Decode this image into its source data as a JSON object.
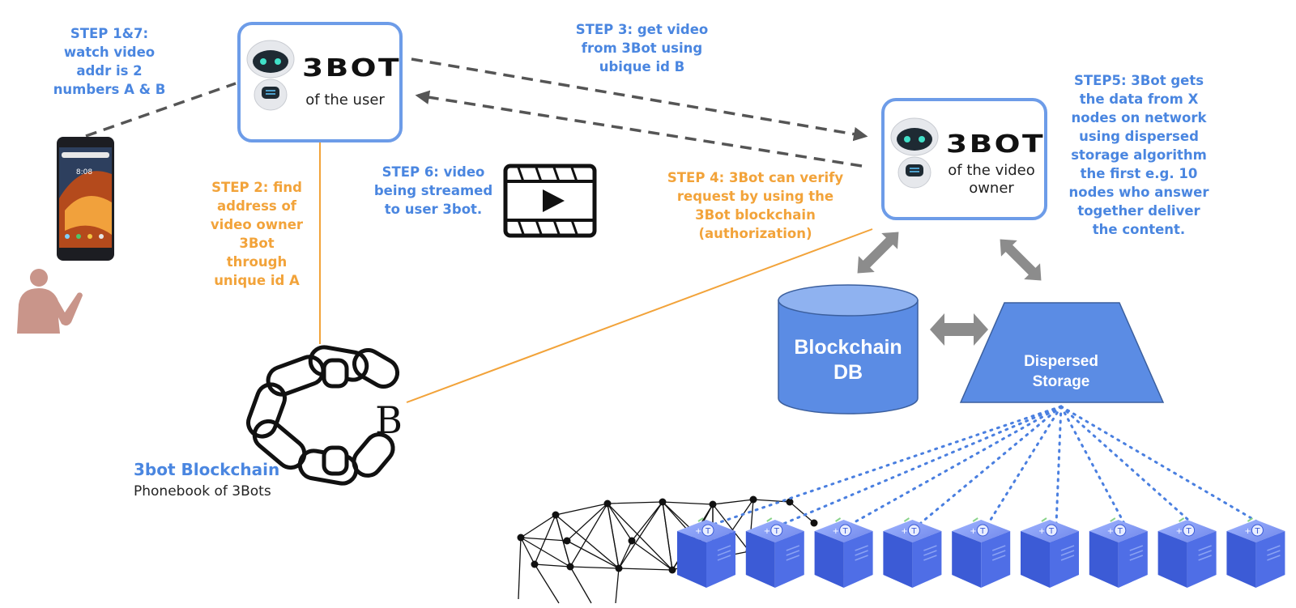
{
  "labels": {
    "step17": "STEP 1&7:\nwatch video\naddr is 2\nnumbers A & B",
    "step2": "STEP 2: find\naddress of\nvideo owner\n3Bot\nthrough\nunique id A",
    "step3": "STEP 3: get video\nfrom 3Bot using\nubique id B",
    "step4": "STEP 4: 3Bot can verify\nrequest by using the\n3Bot blockchain\n(authorization)",
    "step5": "STEP5: 3Bot gets\nthe data from X\nnodes on network\nusing dispersed\nstorage algorithm\nthe first e.g. 10\nnodes who answer\ntogether deliver\nthe content.",
    "step6": "STEP 6: video\nbeing streamed\nto user 3bot."
  },
  "user_bot": {
    "logo": "3BOT",
    "subtitle": "of the user"
  },
  "owner_bot": {
    "logo": "3BOT",
    "subtitle": "of the video\nowner"
  },
  "blockchain_db": {
    "label": "Blockchain\nDB"
  },
  "dispersed_storage": {
    "label": "Dispersed\nStorage"
  },
  "chain": {
    "title": "3bot Blockchain",
    "subtitle": "Phonebook of 3Bots",
    "icon": "chain-icon"
  },
  "phone": {
    "clock": "8:08",
    "icon": "smartphone-icon"
  },
  "storage_nodes": {
    "count": 9,
    "node_mark": "T"
  },
  "colors": {
    "blue_text": "#4a86e0",
    "orange_text": "#f2a33a",
    "box_border": "#6d9ce8",
    "shape_fill": "#5b8ce4",
    "arrow_gray": "#8c8c8c",
    "dash_gray": "#555555",
    "dotted_blue": "#4a7fe0"
  }
}
